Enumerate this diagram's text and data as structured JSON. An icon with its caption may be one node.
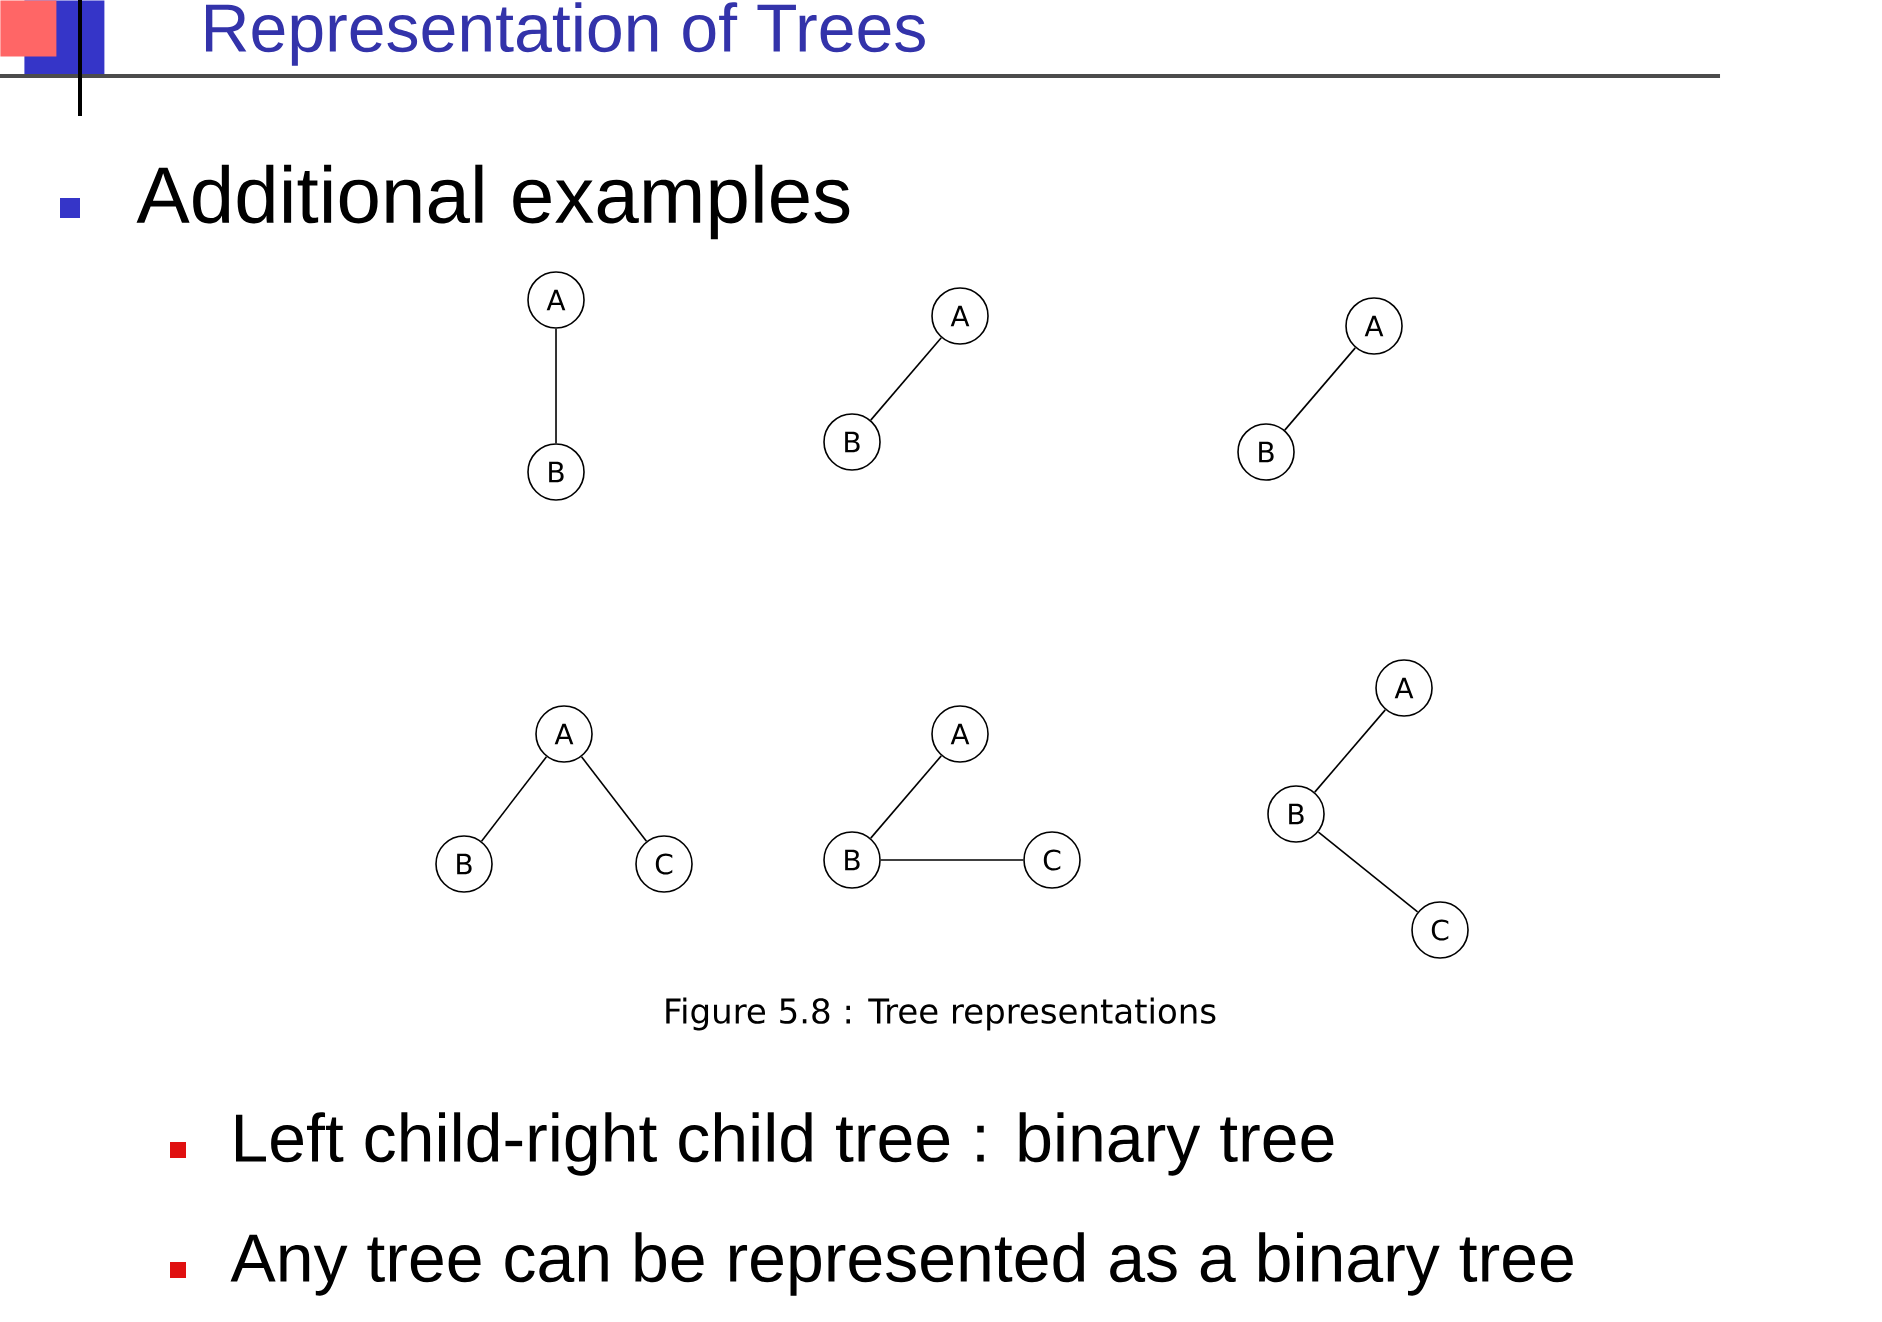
{
  "diagram": {
    "title": "Representation of Trees",
    "caption": "Figure 5.8 : Tree representations",
    "nodes": [
      {
        "text": [
          "A"
        ]
      },
      {
        "text": [
          "B"
        ]
      },
      {
        "text": [
          "A"
        ]
      },
      {
        "text": [
          "B"
        ]
      },
      {
        "text": [
          "A"
        ]
      },
      {
        "text": [
          "B"
        ]
      },
      {
        "text": [
          "A"
        ]
      },
      {
        "text": [
          "B"
        ]
      },
      {
        "text": [
          "C"
        ]
      },
      {
        "text": [
          "A"
        ]
      },
      {
        "text": [
          "B"
        ]
      },
      {
        "text": [
          "C"
        ]
      },
      {
        "text": [
          "A"
        ]
      },
      {
        "text": [
          "B"
        ]
      },
      {
        "text": [
          "C"
        ]
      }
    ],
    "edges": [
      {
        "from": 0,
        "to": 1,
        "arrow": "none"
      },
      {
        "from": 2,
        "to": 3,
        "arrow": "none"
      },
      {
        "from": 4,
        "to": 5,
        "arrow": "none"
      },
      {
        "from": 6,
        "to": 7,
        "arrow": "none"
      },
      {
        "from": 6,
        "to": 8,
        "arrow": "none"
      },
      {
        "from": 9,
        "to": 10,
        "arrow": "none"
      },
      {
        "from": 10,
        "to": 11,
        "arrow": "none"
      },
      {
        "from": 12,
        "to": 13,
        "arrow": "none"
      },
      {
        "from": 13,
        "to": 14,
        "arrow": "none"
      }
    ],
    "labels": [
      "Additional examples",
      "Left child-right child tree : binary tree",
      "Any tree can be represented as a binary tree"
    ]
  }
}
